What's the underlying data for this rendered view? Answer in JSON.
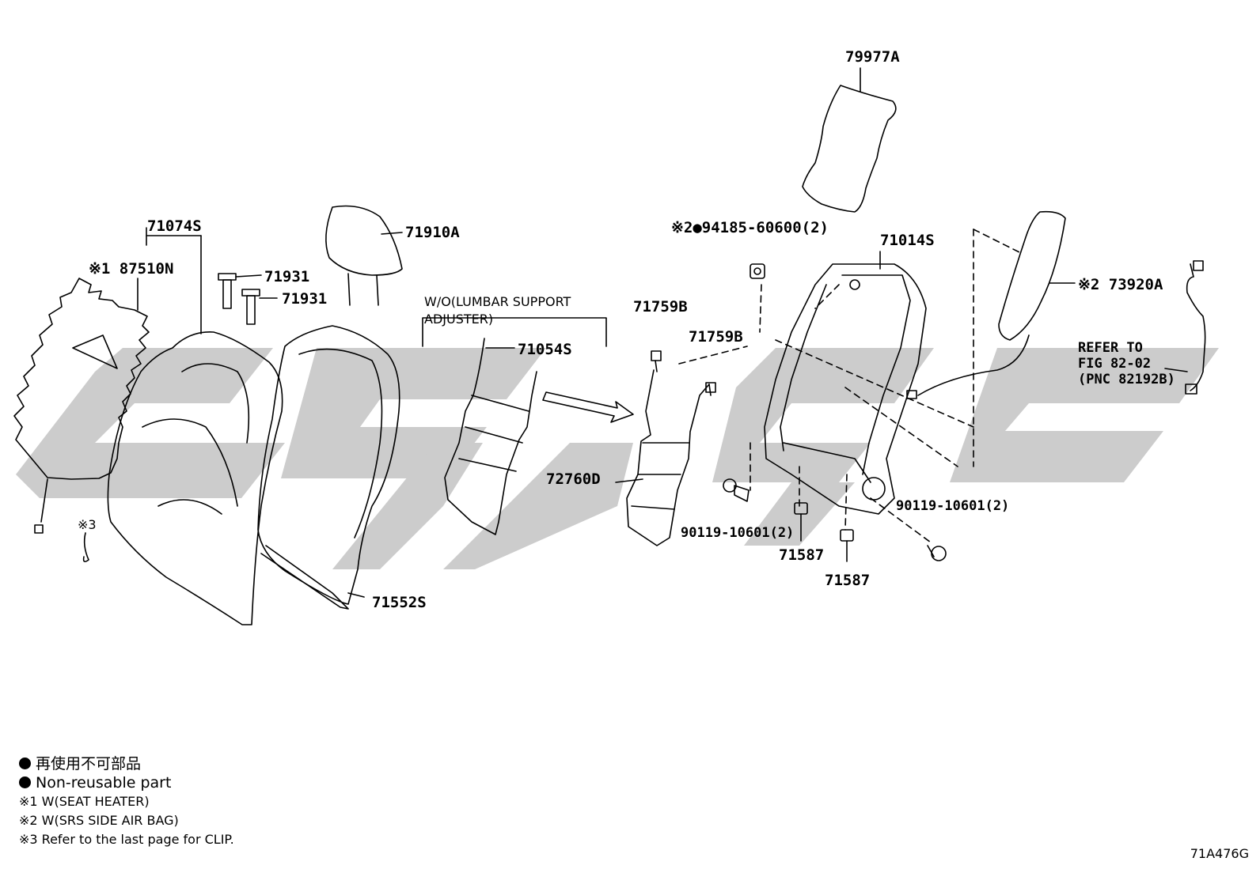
{
  "parts": {
    "p79977A": "79977A",
    "p71074S": "71074S",
    "p87510N": "※1 87510N",
    "p71910A": "71910A",
    "p71931a": "71931",
    "p71931b": "71931",
    "p71759B_a": "71759B",
    "p71759B_b": "71759B",
    "p71054S": "71054S",
    "p94185": "※2●94185-60600(2)",
    "p71014S": "71014S",
    "p73920A": "※2 73920A",
    "p72760D": "72760D",
    "p90119_a": "90119-10601(2)",
    "p90119_b": "90119-10601(2)",
    "p71587_a": "71587",
    "p71587_b": "71587",
    "p71552S": "71552S",
    "note3": "※3"
  },
  "callouts": {
    "lumbar_line1": "W/O(LUMBAR SUPPORT",
    "lumbar_line2": "ADJUSTER)",
    "refer_line1": "REFER TO",
    "refer_line2": "FIG 82-02",
    "refer_line3": "(PNC 82192B)"
  },
  "legend": {
    "jp": "再使用不可部品",
    "en": "Non-reusable part",
    "n1": "※1 W(SEAT HEATER)",
    "n2": "※2 W(SRS SIDE AIR BAG)",
    "n3": "※3 Refer to the last page for CLIP."
  },
  "figure_code": "71A476G",
  "colors": {
    "watermark": "#cccccc",
    "line": "#000000"
  }
}
